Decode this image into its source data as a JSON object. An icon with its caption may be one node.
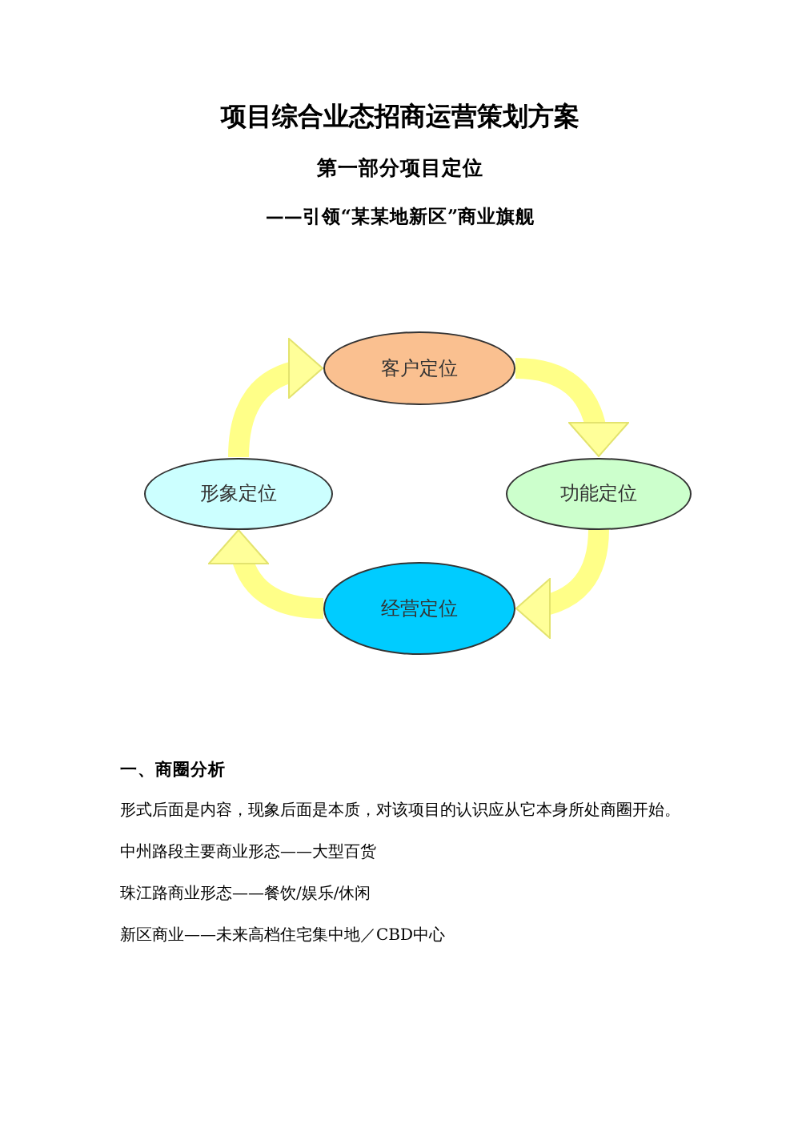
{
  "diagram": {
    "title": "项目综合业态招商运营策划方案",
    "nodes": [
      {
        "text": [
          "客户定位"
        ]
      },
      {
        "text": [
          "形象定位"
        ]
      },
      {
        "text": [
          "功能定位"
        ]
      },
      {
        "text": [
          "经营定位"
        ]
      }
    ],
    "edges": [
      {
        "from": 1,
        "to": 0,
        "arrow": "to"
      },
      {
        "from": 0,
        "to": 2,
        "arrow": "to"
      },
      {
        "from": 2,
        "to": 3,
        "arrow": "to"
      },
      {
        "from": 3,
        "to": 1,
        "arrow": "to"
      }
    ],
    "labels": [
      "第一部分项目定位",
      "——引领“某某地新区”商业旗舰",
      "一、商圈分析",
      "形式后面是内容，现象后面是本质，对该项目的认识应从它本身所处商圈开始。",
      "中州路段主要商业形态——大型百货",
      "珠江路商业形态——餐饮/娱乐/休闲",
      "新区商业——未来高档住宅集中地／CBD中心"
    ]
  }
}
